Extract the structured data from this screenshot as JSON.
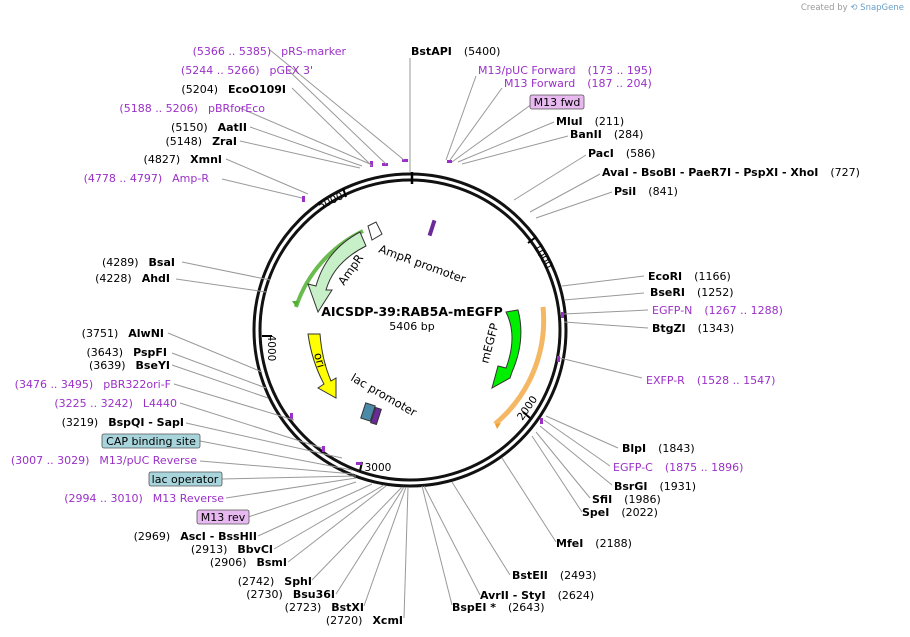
{
  "app": {
    "credit_prefix": "Created by",
    "credit_brand": "SnapGene"
  },
  "map": {
    "name": "AICSDP-39:RAB5A-mEGFP",
    "length_label": "5406 bp",
    "tick_labels": [
      "1000",
      "2000",
      "3000",
      "4000",
      "5000"
    ]
  },
  "features": {
    "ampr": "AmpR",
    "ampr_promoter": "AmpR promoter",
    "ori": "ori",
    "lac_promoter": "lac promoter",
    "megfp": "mEGFP"
  },
  "boxed_labels": {
    "m13_fwd": "M13 fwd",
    "cap": "CAP binding site",
    "lac_operator": "lac operator",
    "m13_rev": "M13 rev"
  },
  "sites_top_right": [
    {
      "name": "BstAPI",
      "pos": "(5400)"
    },
    {
      "name": "MluI",
      "pos": "(211)"
    },
    {
      "name": "BanII",
      "pos": "(284)"
    },
    {
      "name": "PacI",
      "pos": "(586)"
    },
    {
      "name": "AvaI  - BsoBI  - PaeR7I  - PspXI  - XhoI",
      "pos": "(727)"
    },
    {
      "name": "PsiI",
      "pos": "(841)"
    },
    {
      "name": "EcoRI",
      "pos": "(1166)"
    },
    {
      "name": "BseRI",
      "pos": "(1252)"
    },
    {
      "name": "BtgZI",
      "pos": "(1343)"
    },
    {
      "name": "BlpI",
      "pos": "(1843)"
    },
    {
      "name": "BsrGI",
      "pos": "(1931)"
    },
    {
      "name": "SfiI",
      "pos": "(1986)"
    },
    {
      "name": "SpeI",
      "pos": "(2022)"
    },
    {
      "name": "MfeI",
      "pos": "(2188)"
    },
    {
      "name": "BstEII",
      "pos": "(2493)"
    },
    {
      "name": "AvrII  - StyI",
      "pos": "(2624)"
    },
    {
      "name": "BspEI *",
      "pos": "(2643)"
    }
  ],
  "primers_right": [
    {
      "name": "M13/pUC Forward",
      "pos": "(173 .. 195)"
    },
    {
      "name": "M13 Forward",
      "pos": "(187 .. 204)"
    },
    {
      "name": "EGFP-N",
      "pos": "(1267 .. 1288)"
    },
    {
      "name": "EXFP-R",
      "pos": "(1528 .. 1547)"
    },
    {
      "name": "EGFP-C",
      "pos": "(1875 .. 1896)"
    }
  ],
  "sites_left": [
    {
      "pos": "(5204)",
      "name": "EcoO109I"
    },
    {
      "pos": "(5150)",
      "name": "AatII"
    },
    {
      "pos": "(5148)",
      "name": "ZraI"
    },
    {
      "pos": "(4827)",
      "name": "XmnI"
    },
    {
      "pos": "(4289)",
      "name": "BsaI"
    },
    {
      "pos": "(4228)",
      "name": "AhdI"
    },
    {
      "pos": "(3751)",
      "name": "AlwNI"
    },
    {
      "pos": "(3643)",
      "name": "PspFI"
    },
    {
      "pos": "(3639)",
      "name": "BseYI"
    },
    {
      "pos": "(3219)",
      "name": "BspQI  - SapI"
    },
    {
      "pos": "(2969)",
      "name": "AscI  - BssHII"
    },
    {
      "pos": "(2913)",
      "name": "BbvCI"
    },
    {
      "pos": "(2906)",
      "name": "BsmI"
    },
    {
      "pos": "(2742)",
      "name": "SphI"
    },
    {
      "pos": "(2730)",
      "name": "Bsu36I"
    },
    {
      "pos": "(2723)",
      "name": "BstXI"
    },
    {
      "pos": "(2720)",
      "name": "XcmI"
    }
  ],
  "primers_left": [
    {
      "pos": "(5366 .. 5385)",
      "name": "pRS-marker"
    },
    {
      "pos": "(5244 .. 5266)",
      "name": "pGEX 3'"
    },
    {
      "pos": "(5188 .. 5206)",
      "name": "pBRforEco"
    },
    {
      "pos": "(4778 .. 4797)",
      "name": "Amp-R"
    },
    {
      "pos": "(3476 .. 3495)",
      "name": "pBR322ori-F"
    },
    {
      "pos": "(3225 .. 3242)",
      "name": "L4440"
    },
    {
      "pos": "(3007 .. 3029)",
      "name": "M13/pUC Reverse"
    },
    {
      "pos": "(2994 .. 3010)",
      "name": "M13 Reverse"
    }
  ],
  "colors": {
    "primer": "#9b30c8",
    "ampr": "#c8f0c8",
    "ampr_promoter": "#ffffff",
    "ori": "#ffff00",
    "megfp": "#00ee00",
    "orange_arc": "#f0a030",
    "green_arc": "#50b030",
    "m13_box": "#e8b8f0",
    "cap_box": "#a8d4dc",
    "lac_op_box": "#a8d4dc"
  }
}
